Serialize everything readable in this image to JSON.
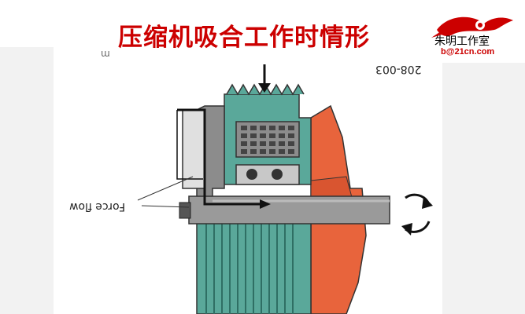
{
  "title": "压缩机吸合工作时情形",
  "brand": {
    "name": "朱明工作室",
    "email": "b@21cn.com"
  },
  "diagram": {
    "code_label": "208-003",
    "force_label": "Force flow",
    "top_mark": "m"
  },
  "colors": {
    "title_red": "#cc0000",
    "teal": "#5aa89a",
    "orange": "#e8643c",
    "gray": "#8c8c8c",
    "dark_gray": "#555555"
  }
}
